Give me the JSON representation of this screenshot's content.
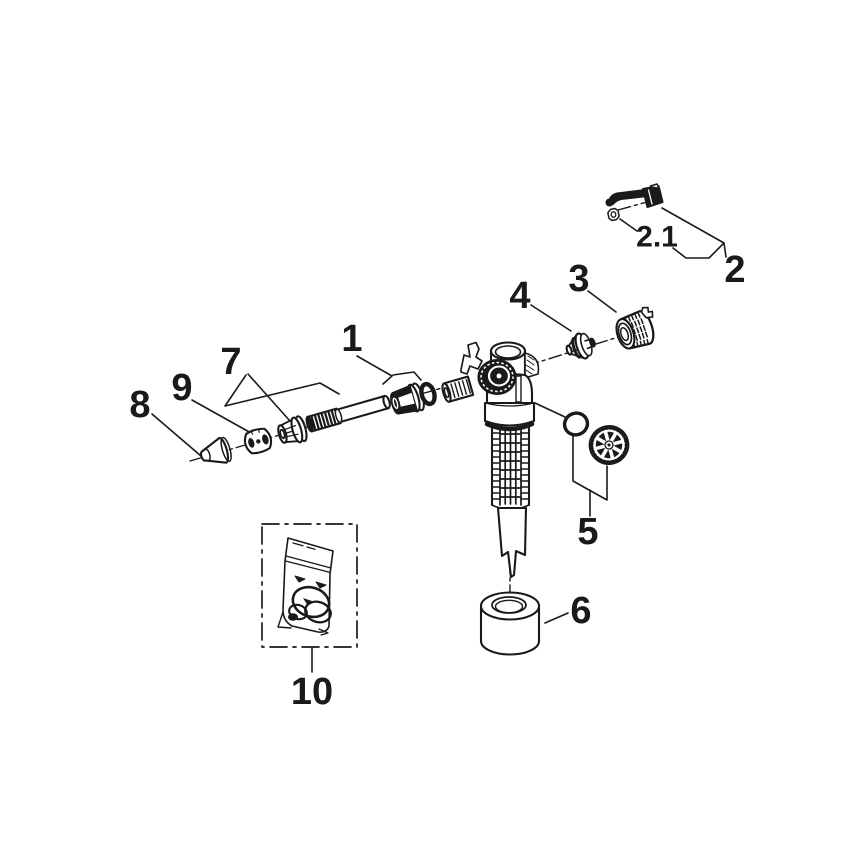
{
  "diagram": {
    "background": "#ffffff",
    "line_color": "#1a1a1a",
    "callouts": {
      "c1": {
        "label": "1"
      },
      "c2": {
        "label": "2"
      },
      "c21": {
        "label": "2.1"
      },
      "c3": {
        "label": "3"
      },
      "c4": {
        "label": "4"
      },
      "c5": {
        "label": "5"
      },
      "c6": {
        "label": "6"
      },
      "c7": {
        "label": "7"
      },
      "c8": {
        "label": "8"
      },
      "c9": {
        "label": "9"
      },
      "c10": {
        "label": "10"
      }
    }
  }
}
